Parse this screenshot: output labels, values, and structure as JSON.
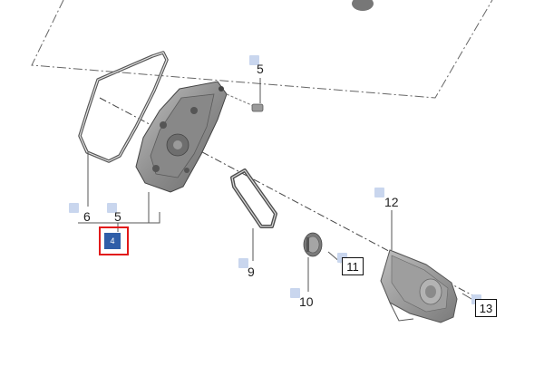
{
  "diagram": {
    "callouts": {
      "c5_top": "5",
      "c6": "6",
      "c5_bottom": "5",
      "c4_selected": "4",
      "c9": "9",
      "c10": "10",
      "c11": "11",
      "c12": "12",
      "c13": "13"
    },
    "colors": {
      "selection_box": "#e21a1a",
      "selected_marker": "#2f5ea8",
      "marker": "#c9d6ee",
      "part_fill": "#9a9a9a"
    }
  }
}
